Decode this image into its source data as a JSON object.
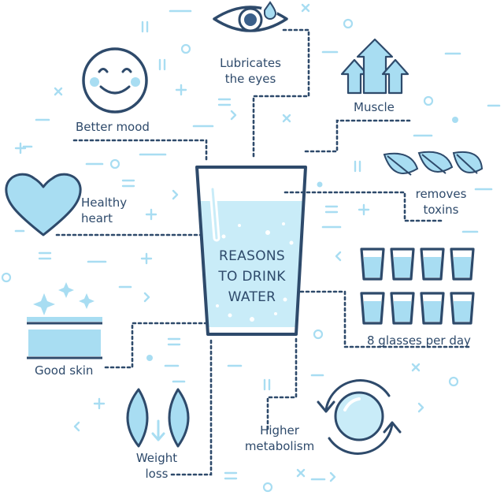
{
  "center": {
    "lines": [
      "REASONS",
      "TO DRINK",
      "WATER"
    ]
  },
  "benefits": {
    "lubricates_eyes": [
      "Lubricates",
      "the eyes"
    ],
    "better_mood": "Better mood",
    "muscle": "Muscle",
    "removes_toxins": [
      "removes",
      "toxins"
    ],
    "healthy_heart": [
      "Healthy",
      "heart"
    ],
    "eight_glasses": "8 glasses per day",
    "good_skin": "Good skin",
    "weight_loss": [
      "Weight",
      "loss"
    ],
    "higher_metabolism": [
      "Higher",
      "metabolism"
    ]
  },
  "colors": {
    "outline": "#2e4a6b",
    "accent": "#a8ddf2",
    "water": "#c9ecf8",
    "background": "#ffffff"
  },
  "icons": [
    "eye-icon",
    "smiley-icon",
    "muscle-arrows-icon",
    "leaves-icon",
    "heart-icon",
    "eight-glasses-icon",
    "skin-layers-icon",
    "weight-loss-icon",
    "metabolism-cycle-icon",
    "water-glass-icon"
  ]
}
